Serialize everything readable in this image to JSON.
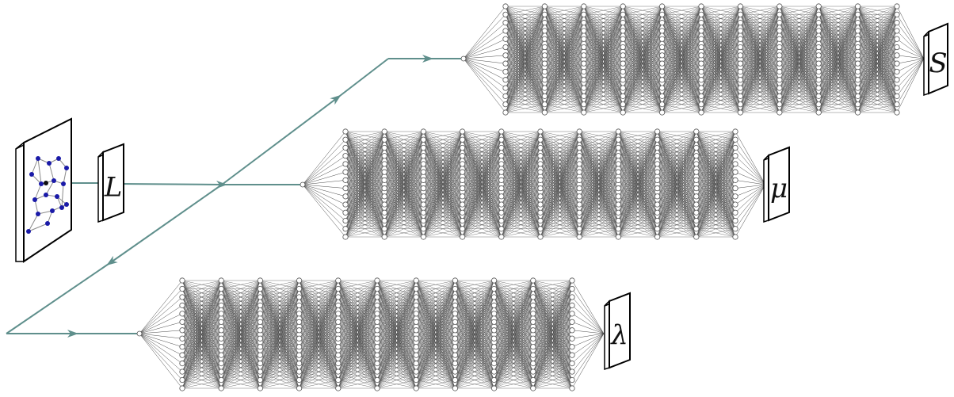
{
  "colors": {
    "flow": "#5f8f8c",
    "neuron_stroke": "#555555",
    "edge": "#4a4a4a",
    "graph_node": "#1a1aa8",
    "graph_edge": "#8a8a8a",
    "panel_stroke": "#000000"
  },
  "graph_panel": {
    "name": "input-graph"
  },
  "matrix_input": {
    "label": "L"
  },
  "networks": [
    {
      "name": "network-s",
      "output_label": "S",
      "layers": 11,
      "neurons_per_layer": 14
    },
    {
      "name": "network-mu",
      "output_label": "μ",
      "layers": 11,
      "neurons_per_layer": 14
    },
    {
      "name": "network-lambda",
      "output_label": "λ",
      "layers": 11,
      "neurons_per_layer": 14
    }
  ]
}
